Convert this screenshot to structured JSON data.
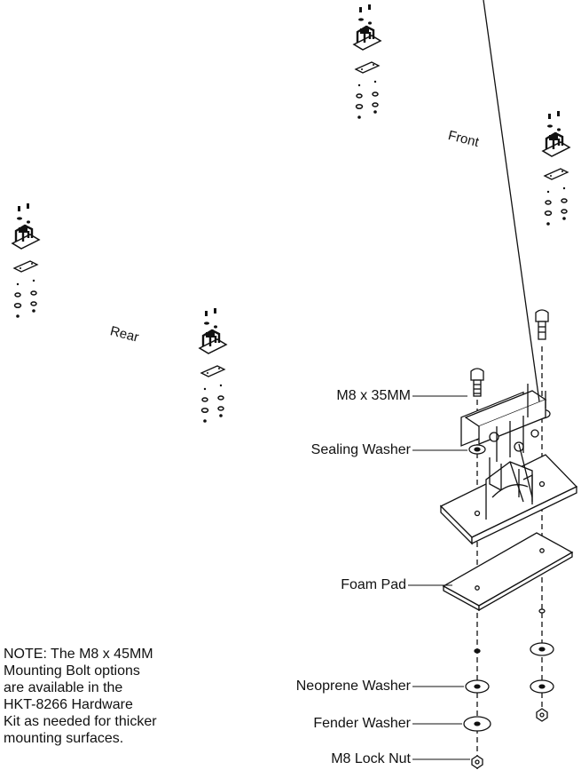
{
  "views": {
    "front": "Front",
    "rear": "Rear"
  },
  "callouts": {
    "bolt": "M8 x 35MM",
    "sealing_washer": "Sealing Washer",
    "foam_pad": "Foam Pad",
    "neoprene_washer": "Neoprene Washer",
    "fender_washer": "Fender Washer",
    "lock_nut": "M8 Lock Nut"
  },
  "note_lines": [
    "NOTE: The M8 x 45MM",
    "Mounting Bolt options",
    "are available in the",
    "HKT-8266 Hardware",
    "Kit as needed for thicker",
    "mounting surfaces."
  ],
  "colors": {
    "line": "#111111",
    "background": "#ffffff"
  }
}
